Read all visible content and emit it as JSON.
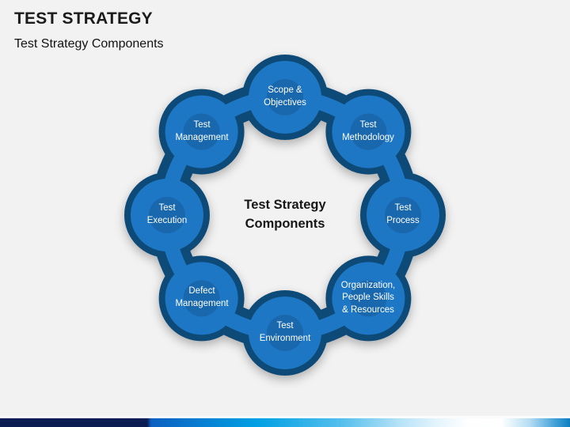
{
  "slide": {
    "title": "TEST STRATEGY",
    "subtitle": "Test Strategy Components",
    "diagram": {
      "center_label": "Test Strategy\nComponents",
      "nodes": [
        {
          "label": "Scope &\nObjectives"
        },
        {
          "label": "Test\nMethodology"
        },
        {
          "label": "Test\nProcess"
        },
        {
          "label": "Organization,\nPeople Skills\n& Resources"
        },
        {
          "label": "Test\nEnvironment"
        },
        {
          "label": "Defect\nManagement"
        },
        {
          "label": "Test\nExecution"
        },
        {
          "label": "Test\nManagement"
        }
      ]
    },
    "colors": {
      "slide_background": "#f2f2f2",
      "ring_dark": "#0d4a78",
      "node_blue": "#1d77c4",
      "node_text": "#ffffff",
      "heading_text": "#1b1b1b",
      "footer_navy": "#0a1c52",
      "footer_blue": "#00a0e4"
    }
  }
}
